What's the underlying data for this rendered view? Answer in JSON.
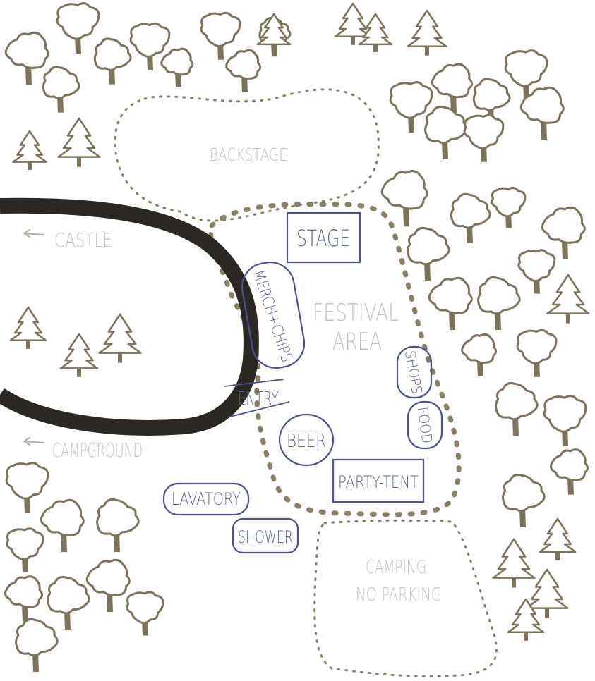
{
  "map": {
    "labels": {
      "backstage": "BACKSTAGE",
      "castle": "CASTLE",
      "campground": "CAMPGROUND",
      "festival_area_line1": "FESTIVAL",
      "festival_area_line2": "AREA",
      "camping_line1": "CAMPING",
      "camping_line2": "NO PARKING",
      "stage": "STAGE",
      "merch": "MERCH+CHIPS",
      "entry": "ENTRY",
      "shops": "SHOPS",
      "food": "FOOD",
      "beer": "BEER",
      "party_tent": "PARTY-TENT",
      "lavatory": "LAVATORY",
      "shower": "SHOWER"
    },
    "arrows": {
      "castle": "arrow-left-icon",
      "campground": "arrow-left-icon"
    },
    "colors": {
      "tree": "#7d725a",
      "road": "#2b2722",
      "zone_outline": "#8a7e63",
      "facility_outline": "#4a4f96",
      "label_gray": "#c4c1b8",
      "label_blue": "#5a5f9e"
    }
  }
}
